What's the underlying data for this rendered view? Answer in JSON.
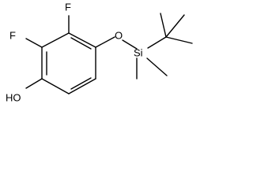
{
  "molecule": {
    "atoms": {
      "fluorine_top": "F",
      "fluorine_left": "F",
      "oxygen_ether": "O",
      "silicon": "Si",
      "hydroxyl": "HO"
    }
  }
}
